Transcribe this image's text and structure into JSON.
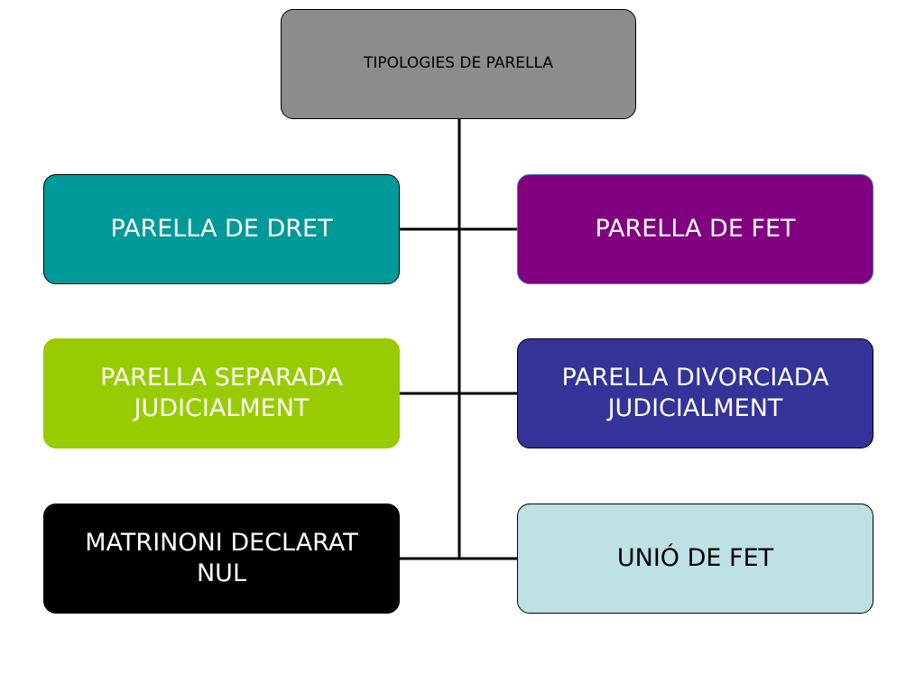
{
  "diagram": {
    "root": {
      "label": "TIPOLOGIES DE PARELLA",
      "color": "#8c8c8c"
    },
    "children": [
      {
        "label": "PARELLA DE DRET",
        "color": "#009999"
      },
      {
        "label": "PARELLA DE FET",
        "color": "#800080"
      },
      {
        "label": "PARELLA SEPARADA JUDICIALMENT",
        "color": "#99cc00"
      },
      {
        "label": "PARELLA DIVORCIADA JUDICIALMENT",
        "color": "#333399"
      },
      {
        "label": "MATRINONI DECLARAT NUL",
        "color": "#000000"
      },
      {
        "label": "UNIÓ DE FET",
        "color": "#bde1e4"
      }
    ]
  }
}
